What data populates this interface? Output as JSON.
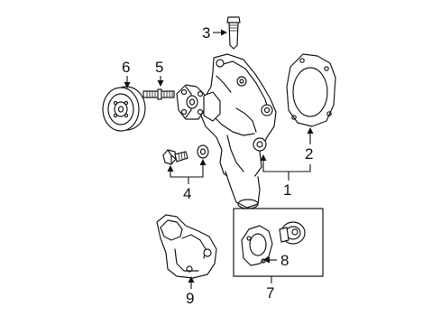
{
  "callouts": [
    {
      "id": "1",
      "label": "1"
    },
    {
      "id": "2",
      "label": "2"
    },
    {
      "id": "3",
      "label": "3"
    },
    {
      "id": "4",
      "label": "4"
    },
    {
      "id": "5",
      "label": "5"
    },
    {
      "id": "6",
      "label": "6"
    },
    {
      "id": "7",
      "label": "7"
    },
    {
      "id": "8",
      "label": "8"
    },
    {
      "id": "9",
      "label": "9"
    }
  ],
  "parts": {
    "water_pump": "water-pump",
    "pump_gasket": "pump-gasket",
    "bolt": "bolt",
    "bolt_and_washer": "bolt-and-washer",
    "stud": "stud",
    "pulley": "pulley",
    "thermostat_kit": "thermostat-kit",
    "thermostat_gasket": "thermostat-gasket",
    "thermostat_housing": "thermostat-housing"
  }
}
